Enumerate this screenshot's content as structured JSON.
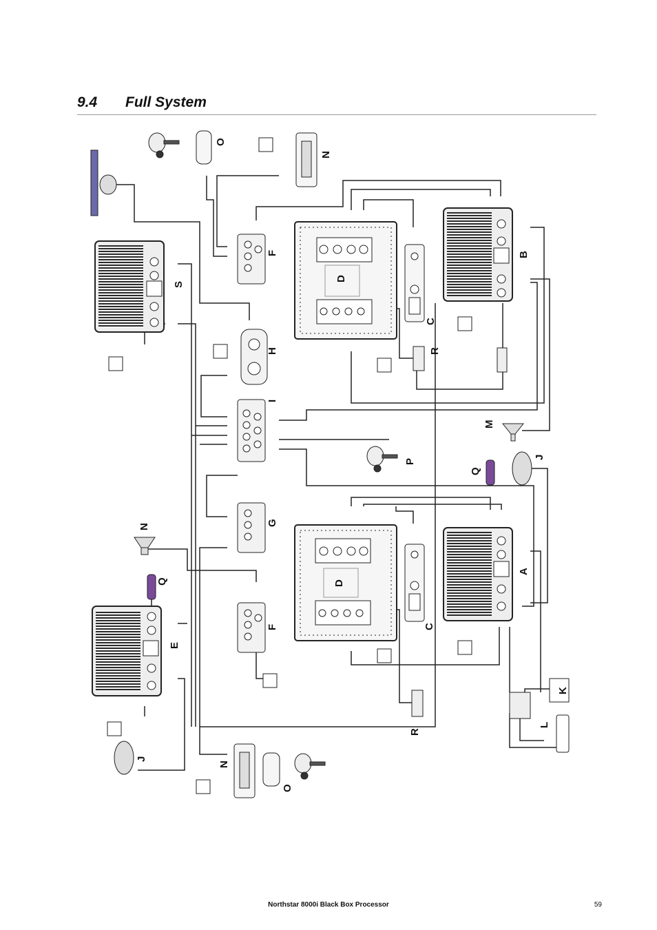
{
  "section": {
    "number": "9.4",
    "title": "Full System"
  },
  "footer": {
    "document_title": "Northstar 8000i Black Box Processor",
    "page_number": "59"
  },
  "diagram_labels": {
    "A": "A",
    "B": "B",
    "C": "C",
    "D": "D",
    "E": "E",
    "F": "F",
    "G": "G",
    "H": "H",
    "I": "I",
    "J": "J",
    "K": "K",
    "L": "L",
    "M": "M",
    "N": "N",
    "O": "O",
    "P": "P",
    "Q": "Q",
    "R": "R",
    "S": "S"
  }
}
